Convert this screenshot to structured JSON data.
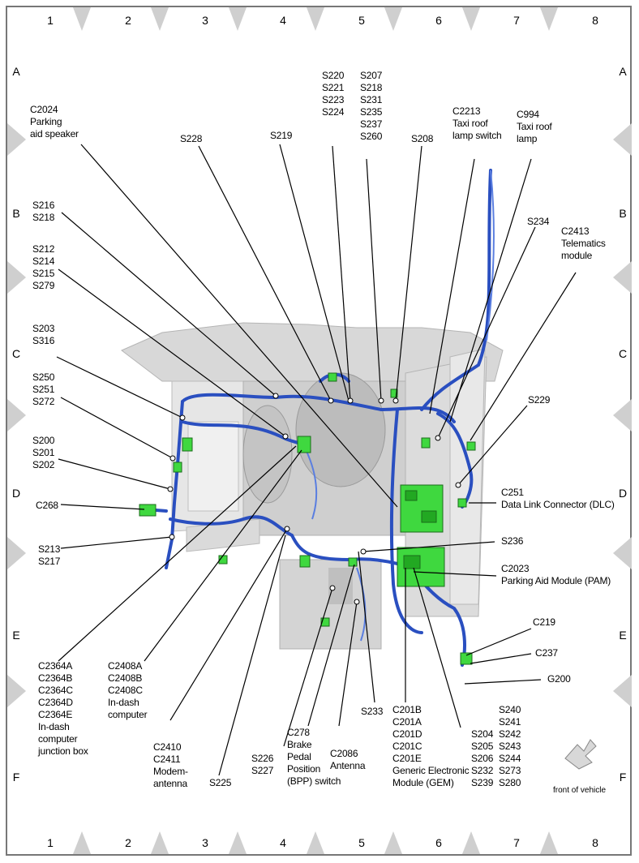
{
  "grid": {
    "columns": [
      "1",
      "2",
      "3",
      "4",
      "5",
      "6",
      "7",
      "8"
    ],
    "rows": [
      "A",
      "B",
      "C",
      "D",
      "E",
      "F"
    ]
  },
  "orientation_note": "front of vehicle",
  "labels": [
    {
      "id": "c2024",
      "lines": [
        "C2024",
        "Parking",
        "aid speaker"
      ]
    },
    {
      "id": "s228",
      "lines": [
        "S228"
      ]
    },
    {
      "id": "s219",
      "lines": [
        "S219"
      ]
    },
    {
      "id": "s220",
      "lines": [
        "S220",
        "S221",
        "S223",
        "S224"
      ]
    },
    {
      "id": "s207",
      "lines": [
        "S207",
        "S218",
        "S231",
        "S235",
        "S237",
        "S260"
      ]
    },
    {
      "id": "s208",
      "lines": [
        "S208"
      ]
    },
    {
      "id": "c2213",
      "lines": [
        "C2213",
        "Taxi roof",
        "lamp switch"
      ]
    },
    {
      "id": "c994",
      "lines": [
        "C994",
        "Taxi roof",
        "lamp"
      ]
    },
    {
      "id": "s216",
      "lines": [
        "S216",
        "S218"
      ]
    },
    {
      "id": "s234",
      "lines": [
        "S234"
      ]
    },
    {
      "id": "c2413",
      "lines": [
        "C2413",
        "Telematics",
        "module"
      ]
    },
    {
      "id": "s212",
      "lines": [
        "S212",
        "S214",
        "S215",
        "S279"
      ]
    },
    {
      "id": "s203",
      "lines": [
        "S203",
        "S316"
      ]
    },
    {
      "id": "s250",
      "lines": [
        "S250",
        "S251",
        "S272"
      ]
    },
    {
      "id": "s229",
      "lines": [
        "S229"
      ]
    },
    {
      "id": "s200",
      "lines": [
        "S200",
        "S201",
        "S202"
      ]
    },
    {
      "id": "c268",
      "lines": [
        "C268"
      ]
    },
    {
      "id": "c251",
      "lines": [
        "C251",
        "Data Link Connector (DLC)"
      ]
    },
    {
      "id": "s213",
      "lines": [
        "S213",
        "S217"
      ]
    },
    {
      "id": "s236",
      "lines": [
        "S236"
      ]
    },
    {
      "id": "c2023",
      "lines": [
        "C2023",
        "Parking Aid Module (PAM)"
      ]
    },
    {
      "id": "c219",
      "lines": [
        "C219"
      ]
    },
    {
      "id": "c237",
      "lines": [
        "C237"
      ]
    },
    {
      "id": "g200",
      "lines": [
        "G200"
      ]
    },
    {
      "id": "c2364",
      "lines": [
        "C2364A",
        "C2364B",
        "C2364C",
        "C2364D",
        "C2364E",
        "In-dash",
        "computer",
        "junction box"
      ]
    },
    {
      "id": "c2408",
      "lines": [
        "C2408A",
        "C2408B",
        "C2408C",
        "In-dash",
        "computer"
      ]
    },
    {
      "id": "c2410",
      "lines": [
        "C2410",
        "C2411",
        "Modem-",
        "antenna"
      ]
    },
    {
      "id": "s225",
      "lines": [
        "S225"
      ]
    },
    {
      "id": "s226",
      "lines": [
        "S226",
        "S227"
      ]
    },
    {
      "id": "c278",
      "lines": [
        "C278",
        "Brake",
        "Pedal",
        "Position",
        "(BPP) switch"
      ]
    },
    {
      "id": "c2086",
      "lines": [
        "C2086",
        "Antenna"
      ]
    },
    {
      "id": "s233",
      "lines": [
        "S233"
      ]
    },
    {
      "id": "c201",
      "lines": [
        "C201B",
        "C201A",
        "C201D",
        "C201C",
        "C201E",
        "Generic Electronic",
        "Module (GEM)"
      ]
    },
    {
      "id": "s204",
      "lines": [
        "S204",
        "S205",
        "S206",
        "S232",
        "S239"
      ]
    },
    {
      "id": "s240",
      "lines": [
        "S240",
        "S241",
        "S242",
        "S243",
        "S244",
        "S273",
        "S280"
      ]
    }
  ]
}
